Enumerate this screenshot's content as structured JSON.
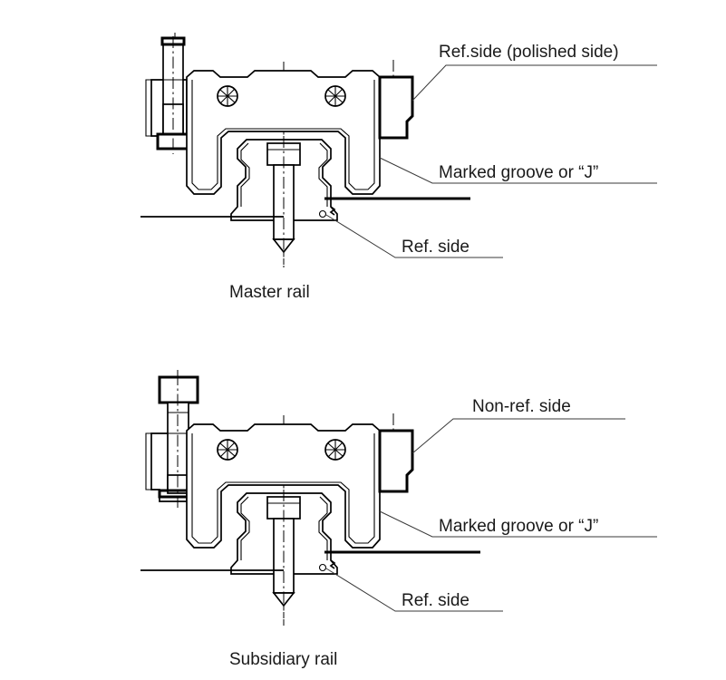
{
  "page": {
    "background_color": "#ffffff",
    "line_color": "#000000",
    "text_color": "#1a1a1a"
  },
  "diagrams": [
    {
      "id": "master-rail",
      "caption": "Master rail",
      "labels": {
        "top_right": "Ref.side (polished side)",
        "mid_right": "Marked groove or “J”",
        "bottom_right": "Ref. side"
      }
    },
    {
      "id": "subsidiary-rail",
      "caption": "Subsidiary rail",
      "labels": {
        "top_right": "Non-ref. side",
        "mid_right": "Marked groove or “J”",
        "bottom_right": "Ref. side"
      }
    }
  ]
}
